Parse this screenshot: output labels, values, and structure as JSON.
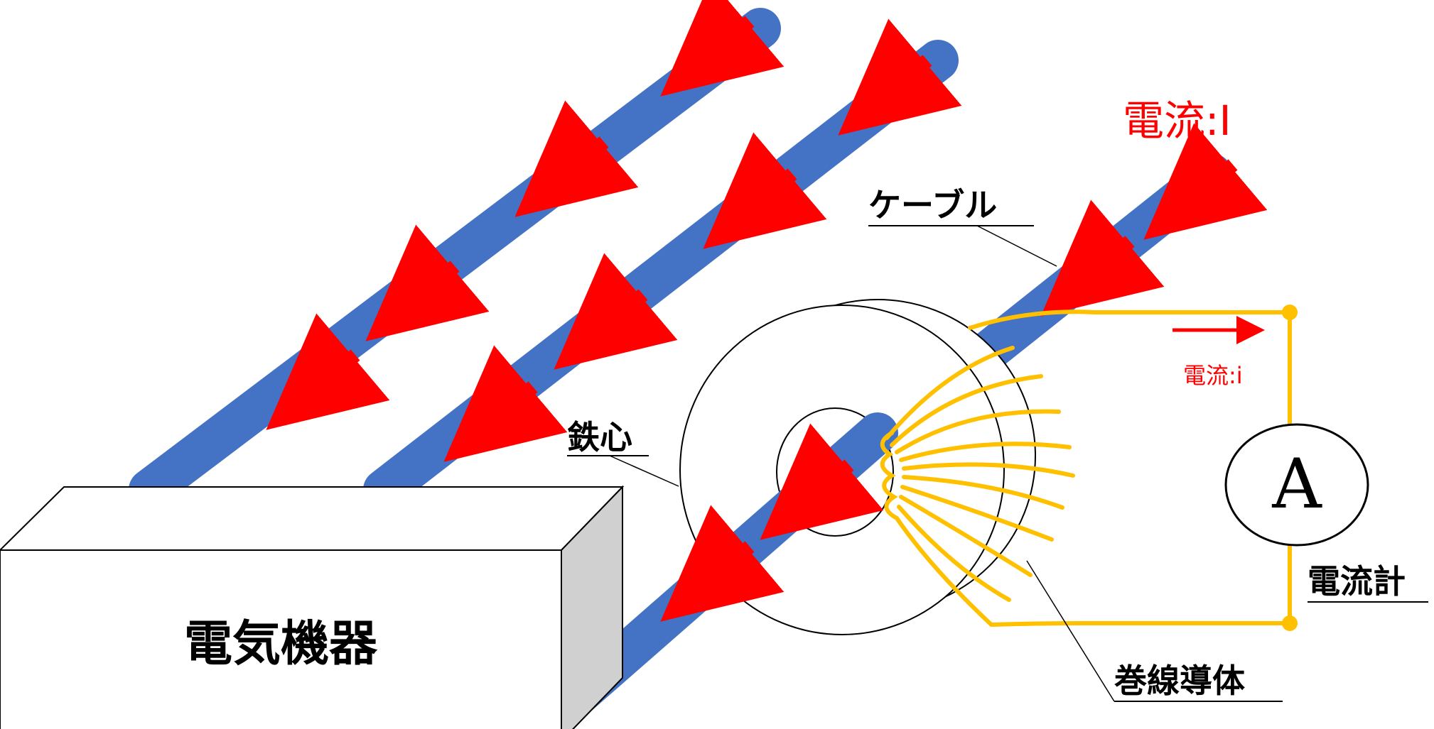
{
  "labels": {
    "device": "電気機器",
    "core": "鉄心",
    "cable": "ケーブル",
    "winding": "巻線導体",
    "ammeter": "電流計",
    "current_main": "電流:I",
    "current_secondary": "電流:i",
    "ammeter_symbol": "A"
  },
  "colors": {
    "cable": "#4472C4",
    "arrow": "#FF0000",
    "winding": "#FFC000",
    "outline": "#000000",
    "device_side": "#D0D0D0"
  }
}
